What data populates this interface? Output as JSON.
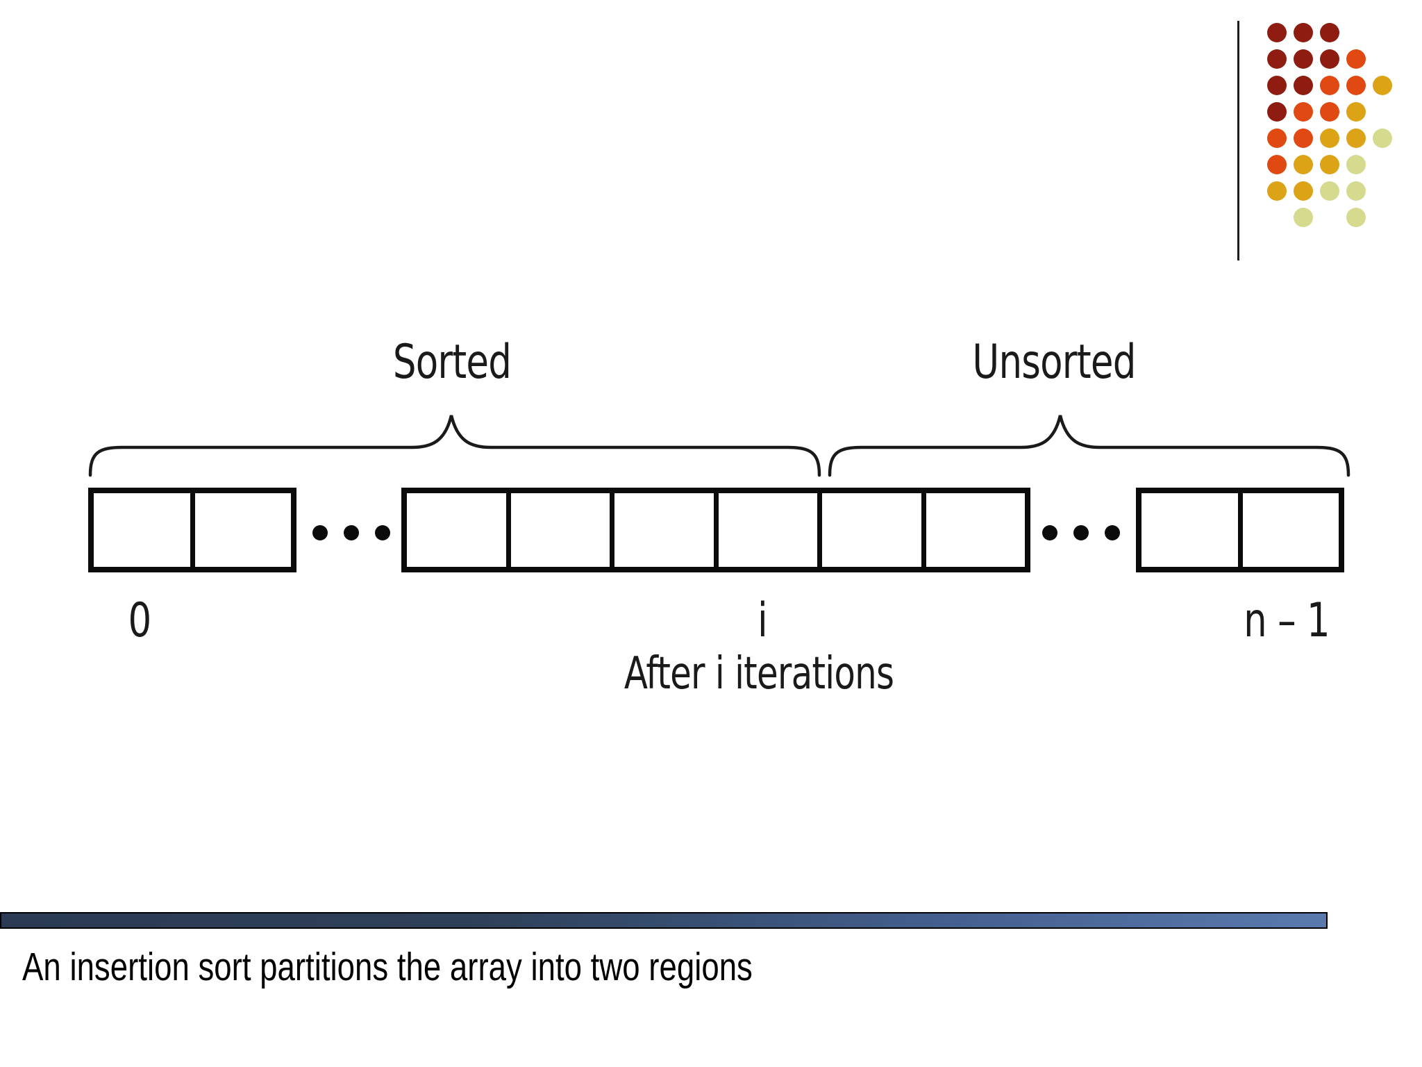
{
  "slide": {
    "caption": "An insertion sort partitions the array into two regions",
    "background_color": "#ffffff"
  },
  "diagram": {
    "sorted_label": "Sorted",
    "unsorted_label": "Unsorted",
    "index_first": "0",
    "index_i": "i",
    "index_last": "n – 1",
    "after_label": "After i iterations",
    "array": {
      "segments": [
        {
          "type": "box",
          "cells": 2
        },
        {
          "type": "ellipsis",
          "dots": 3
        },
        {
          "type": "box",
          "cells": 6
        },
        {
          "type": "ellipsis",
          "dots": 3
        },
        {
          "type": "box",
          "cells": 2
        }
      ],
      "line_color": "#0b0b0b"
    },
    "brace_color": "#1a1a1a"
  },
  "decoration": {
    "palette": {
      "maroon": "#8e1c10",
      "orange": "#e04912",
      "gold": "#dba315",
      "pale": "#d6da8f"
    },
    "rows": [
      [
        [
          1,
          "maroon"
        ],
        [
          2,
          "maroon"
        ],
        [
          3,
          "maroon"
        ]
      ],
      [
        [
          1,
          "maroon"
        ],
        [
          2,
          "maroon"
        ],
        [
          3,
          "maroon"
        ],
        [
          4,
          "orange"
        ]
      ],
      [
        [
          1,
          "maroon"
        ],
        [
          2,
          "maroon"
        ],
        [
          3,
          "orange"
        ],
        [
          4,
          "orange"
        ],
        [
          5,
          "gold"
        ]
      ],
      [
        [
          1,
          "maroon"
        ],
        [
          2,
          "orange"
        ],
        [
          3,
          "orange"
        ],
        [
          4,
          "gold"
        ]
      ],
      [
        [
          1,
          "orange"
        ],
        [
          2,
          "orange"
        ],
        [
          3,
          "gold"
        ],
        [
          4,
          "gold"
        ],
        [
          5,
          "pale"
        ]
      ],
      [
        [
          1,
          "orange"
        ],
        [
          2,
          "gold"
        ],
        [
          3,
          "gold"
        ],
        [
          4,
          "pale"
        ]
      ],
      [
        [
          1,
          "gold"
        ],
        [
          2,
          "gold"
        ],
        [
          3,
          "pale"
        ],
        [
          4,
          "pale"
        ]
      ],
      [
        [
          2,
          "pale"
        ],
        [
          4,
          "pale"
        ]
      ]
    ]
  },
  "divider_bar": {
    "gradient_start": "#2a3b53",
    "gradient_end": "#5a79ad"
  }
}
